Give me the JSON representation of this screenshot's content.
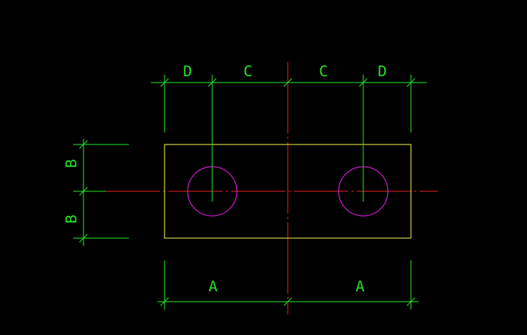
{
  "colors": {
    "background": "#000000",
    "outline": "#e8e84a",
    "hole": "#e020e0",
    "centerline": "#e02020",
    "dimension": "#22dd22"
  },
  "labels": {
    "d_left": "D",
    "c_left": "C",
    "c_right": "C",
    "d_right": "D",
    "b_top": "B",
    "b_bottom": "B",
    "a_left": "A",
    "a_right": "A"
  }
}
